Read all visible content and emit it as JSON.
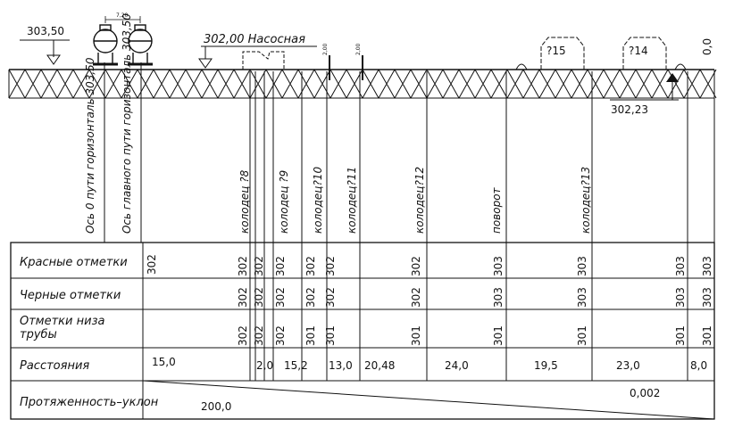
{
  "top": {
    "elev_left": "303,50",
    "pump_label": "302,00 Насосная",
    "tank_dim": "7,20",
    "small_mark_1": "2,00",
    "small_mark_2": "2,00",
    "building_1": "?15",
    "building_2": "?14",
    "right_zero": "0,0",
    "right_elev": "302,23"
  },
  "vertical_labels": [
    "Ось 0  пути горизонталь 303,50",
    "Ось главного пути горизонталь 303,50",
    "колодец ?8",
    "колодец ?9",
    "колодец?10",
    "колодец?11",
    "колодец?12",
    "поворот",
    "колодец?13"
  ],
  "table": {
    "rows": [
      {
        "label": "Красные отметки",
        "values": [
          "302",
          "302",
          "302",
          "302",
          "302",
          "302",
          "303",
          "303",
          "303",
          "303"
        ]
      },
      {
        "label": "Черные отметки",
        "first": "302",
        "values": [
          "302",
          "302",
          "302",
          "302",
          "302",
          "302",
          "303",
          "303",
          "303",
          "303"
        ]
      },
      {
        "label": "Отметки низа трубы",
        "values": [
          "302",
          "302",
          "302",
          "301",
          "301",
          "301",
          "301",
          "301",
          "301",
          "301"
        ]
      }
    ],
    "distances_label": "Расстояния",
    "distances": [
      "15,0",
      "2,0",
      "15,2",
      "13,0",
      "20,48",
      "24,0",
      "19,5",
      "23,0",
      "8,0"
    ],
    "slope_label": "Протяженность–уклон",
    "length": "200,0",
    "slope": "0,002"
  }
}
